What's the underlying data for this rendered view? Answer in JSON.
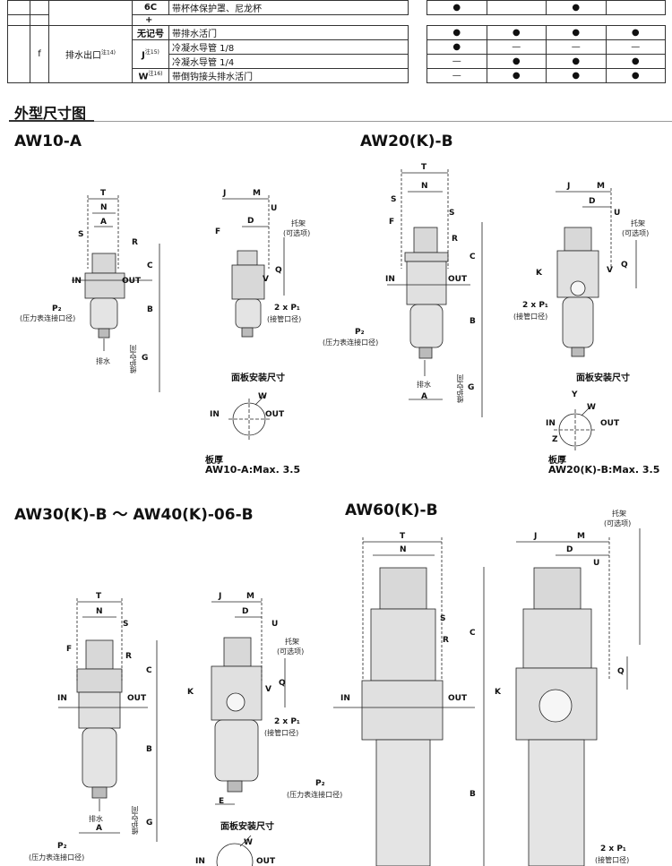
{
  "options_table": {
    "row_6c": {
      "code": "6C",
      "desc": "带杯体保护罩、尼龙杯",
      "marks": [
        "●",
        "",
        "●",
        ""
      ]
    },
    "plus": "+",
    "group_letter": "f",
    "group_name": "排水出口",
    "group_note": "注14)",
    "rows": [
      {
        "code": "无记号",
        "note": "",
        "desc": "带排水活门",
        "marks": [
          "●",
          "●",
          "●",
          "●"
        ]
      },
      {
        "code": "J",
        "note": "注15)",
        "desc": "冷凝水导管 1/8",
        "marks": [
          "●",
          "—",
          "—",
          "—"
        ]
      },
      {
        "code": "",
        "note": "",
        "desc": "冷凝水导管 1/4",
        "marks": [
          "—",
          "●",
          "●",
          "●"
        ]
      },
      {
        "code": "W",
        "note": "注16)",
        "desc": "带倒钩接头排水活门",
        "marks": [
          "—",
          "●",
          "●",
          "●"
        ]
      }
    ]
  },
  "section_title": "外型尺寸图",
  "models": {
    "aw10": "AW10-A",
    "aw20": "AW20(K)-B",
    "aw30": "AW30(K)-B ～ AW40(K)-06-B",
    "aw60": "AW60(K)-B"
  },
  "labels": {
    "T": "T",
    "N": "N",
    "A": "A",
    "S": "S",
    "R": "R",
    "C": "C",
    "B": "B",
    "G": "G",
    "J": "J",
    "M": "M",
    "D": "D",
    "U": "U",
    "F": "F",
    "V": "V",
    "Q": "Q",
    "K": "K",
    "E": "E",
    "W": "W",
    "Y": "Y",
    "Z": "Z",
    "in": "IN",
    "out": "OUT",
    "p2": "P₂",
    "p2_note": "(压力表连接口径)",
    "p1": "2 x P₁",
    "p1_note": "(接管口径)",
    "bracket": "托架",
    "bracket_note": "(可选项)",
    "drain": "排水",
    "maint": "维护空间",
    "panel": "面板安装尺寸",
    "plate": "板厚"
  },
  "plate_thickness": {
    "aw10": "AW10-A:Max. 3.5",
    "aw20": "AW20(K)-B:Max. 3.5"
  },
  "colors": {
    "line": "#222222",
    "body": "#d8d8d8",
    "dark": "#555555"
  }
}
